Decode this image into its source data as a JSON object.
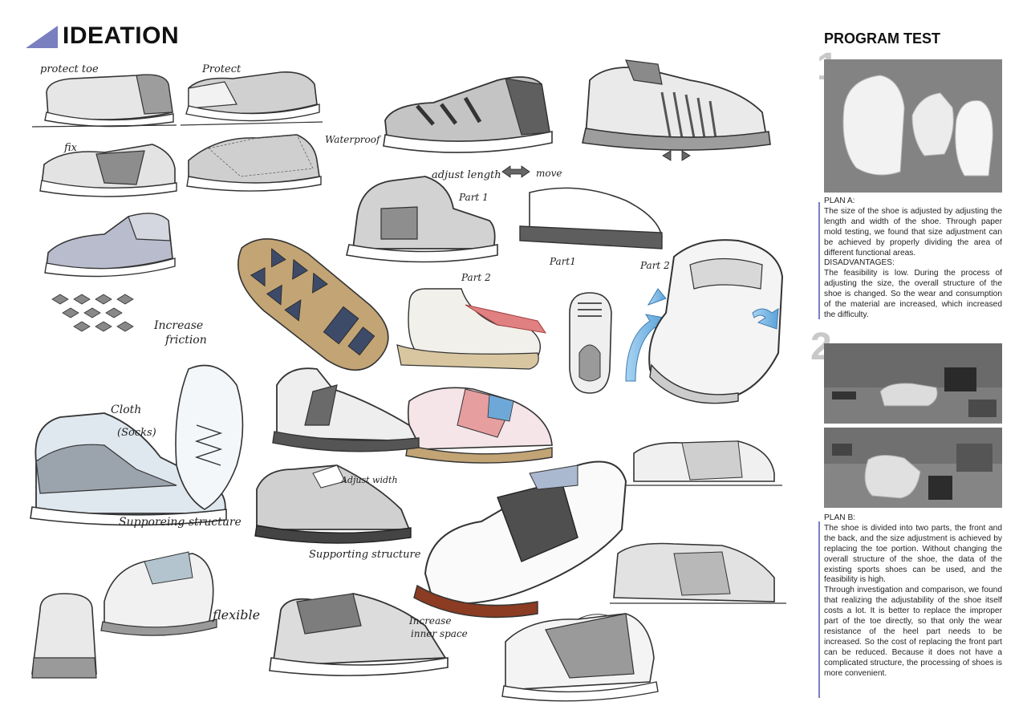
{
  "header": {
    "title": "IDEATION"
  },
  "annotations": {
    "protect_toe": "protect toe",
    "protect": "Protect",
    "fix": "fix",
    "waterproof": "Waterproof",
    "increase": "Increase",
    "friction": "friction",
    "adjust_length": "adjust length",
    "move": "move",
    "part1_a": "Part 1",
    "part2_a": "Part 2",
    "part1_b": "Part1",
    "part2_b": "Part 2",
    "cloth": "Cloth",
    "socks": "(Socks)",
    "supporting_structure_1": "Supporeing structure",
    "adjust_width": "Adjust width",
    "supporting_structure_2": "Supporting structure",
    "flexible": "flexible",
    "increase_inner_1": "Increase",
    "increase_inner_2": "inner space"
  },
  "program": {
    "title": "PROGRAM TEST",
    "step1": "1",
    "step2": "2",
    "plan_a_label": "PLAN A:",
    "plan_a_text": "The size of the shoe is adjusted by adjusting the length and width of the shoe. Through paper mold testing, we found that size adjustment can be achieved by properly dividing the area of different functional areas.",
    "disadv_label": "DISADVANTAGES:",
    "disadv_text": "The feasibility is low. During the process of adjusting the size, the overall structure of the shoe is changed. So the wear and consumption of the material are increased, which increased the difficulty.",
    "plan_b_label": "PLAN B:",
    "plan_b_text": "The shoe is divided into two parts, the front and the back, and the size adjustment is achieved by replacing the toe portion. Without changing the overall structure of the shoe, the data of the existing sports shoes can be used, and the feasibility is high.",
    "conclusion_text": "Through investigation and comparison, we found that realizing the adjustability of the shoe itself costs a lot. It is better to replace the improper part of the toe directly, so that only the wear resistance of the heel part needs to be increased. So the cost of replacing the front part can be reduced. Because it does not have a complicated structure, the processing of shoes is more convenient."
  },
  "colors": {
    "accent": "#7a7fc0",
    "sketch_grey": "#9b9b9b",
    "sketch_dark": "#555555",
    "sketch_blue": "#6ea8d8",
    "sketch_light": "#d8d8d8",
    "sole_tan": "#c2a475",
    "arrow_red": "#e08080"
  }
}
